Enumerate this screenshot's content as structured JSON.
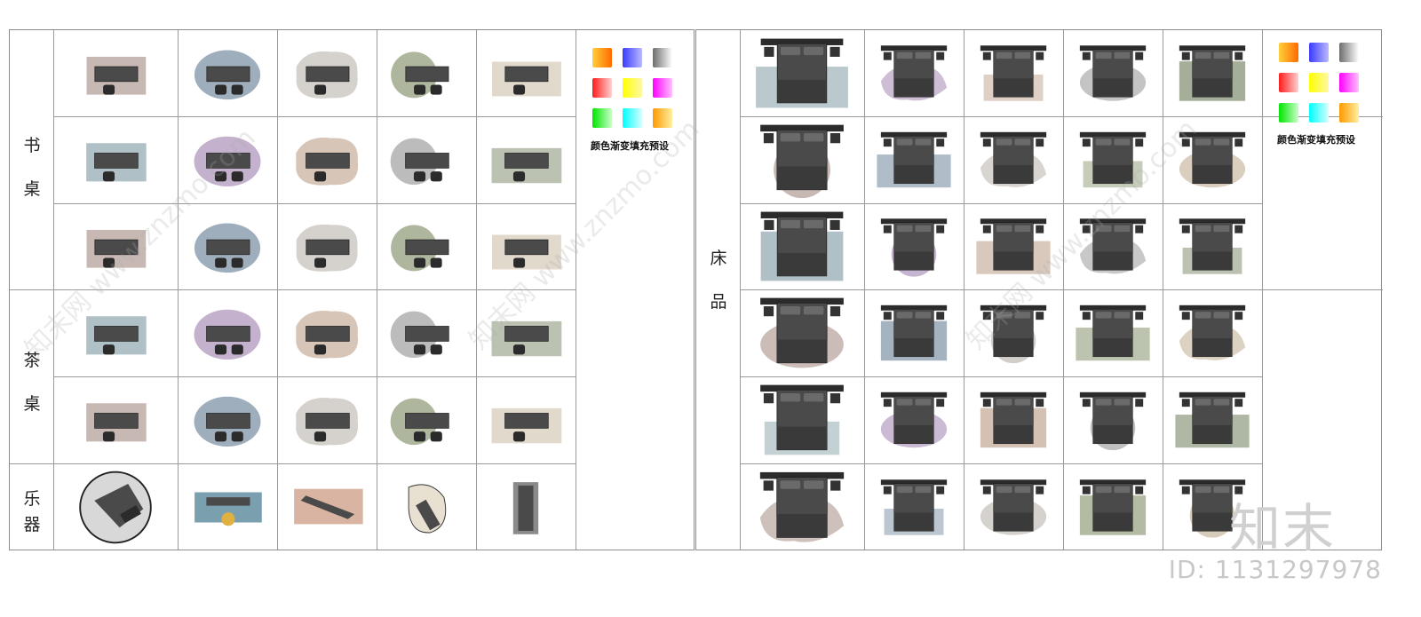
{
  "left_panel": {
    "categories": [
      {
        "label_chars": [
          "书",
          "桌"
        ],
        "key": "desk"
      },
      {
        "label_chars": [
          "茶",
          "桌"
        ],
        "key": "tea-table"
      },
      {
        "label_chars": [
          "乐",
          "器"
        ],
        "key": "instrument"
      }
    ],
    "preset_label": "颜色渐变填充预设"
  },
  "right_panel": {
    "categories": [
      {
        "label_chars": [
          "床",
          "品"
        ],
        "key": "bedding"
      }
    ],
    "preset_label": "颜色渐变填充预设"
  },
  "gradient_presets": [
    {
      "from": "#ffcf3a",
      "to": "#ff6a00"
    },
    {
      "from": "#3b3bff",
      "to": "#b9b9ff"
    },
    {
      "from": "#6d6d6d",
      "to": "#ffffff"
    },
    {
      "from": "#ff1c1c",
      "to": "#ffd1d1"
    },
    {
      "from": "#ffff00",
      "to": "#fff8a6"
    },
    {
      "from": "#ff00ff",
      "to": "#ffc0ff"
    },
    {
      "from": "#00e600",
      "to": "#c9ffc9"
    },
    {
      "from": "#00ffff",
      "to": "#d6ffff"
    },
    {
      "from": "#ff9900",
      "to": "#fff0a0"
    }
  ],
  "watermark": {
    "site_text": "知末网 www.znzmo.com",
    "brand": "知末",
    "id_label": "ID: 1131297978"
  },
  "colors": {
    "furniture": "#4a4a4a",
    "furniture_dark": "#2b2b2b",
    "grid_line": "#9a9a9a"
  }
}
